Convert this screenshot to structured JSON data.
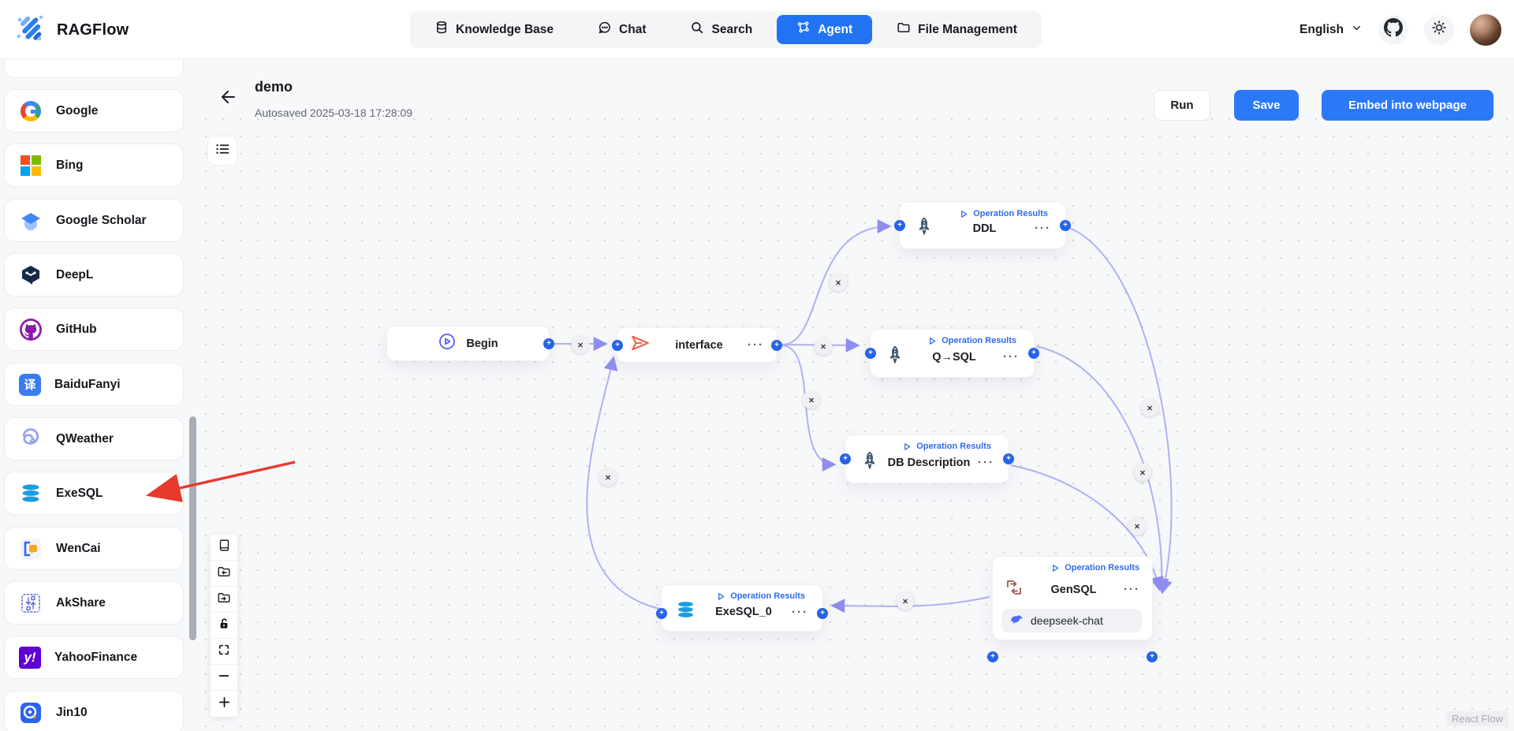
{
  "navbar": {
    "brand": "RAGFlow",
    "tabs": [
      {
        "label": "Knowledge Base",
        "icon": "knowledge-base-icon",
        "active": false
      },
      {
        "label": "Chat",
        "icon": "chat-icon",
        "active": false
      },
      {
        "label": "Search",
        "icon": "search-icon",
        "active": false
      },
      {
        "label": "Agent",
        "icon": "agent-icon",
        "active": true
      },
      {
        "label": "File Management",
        "icon": "file-management-icon",
        "active": false
      }
    ],
    "language": "English"
  },
  "header": {
    "title": "demo",
    "autosaved": "Autosaved 2025-03-18 17:28:09",
    "run_label": "Run",
    "save_label": "Save",
    "embed_label": "Embed into webpage"
  },
  "sidebar": {
    "items": [
      {
        "label": "Google"
      },
      {
        "label": "Bing"
      },
      {
        "label": "Google Scholar"
      },
      {
        "label": "DeepL"
      },
      {
        "label": "GitHub"
      },
      {
        "label": "BaiduFanyi"
      },
      {
        "label": "QWeather"
      },
      {
        "label": "ExeSQL"
      },
      {
        "label": "WenCai"
      },
      {
        "label": "AkShare"
      },
      {
        "label": "YahooFinance"
      },
      {
        "label": "Jin10"
      }
    ]
  },
  "canvas": {
    "op_badge": "Operation Results",
    "ellipsis": "···",
    "edge_close": "×",
    "plus": "+",
    "nodes": {
      "begin": {
        "label": "Begin"
      },
      "interface": {
        "label": "interface"
      },
      "ddl": {
        "label": "DDL"
      },
      "qsql": {
        "label": "Q→SQL"
      },
      "dbdesc": {
        "label": "DB Description"
      },
      "gensql": {
        "label": "GenSQL",
        "model": "deepseek-chat"
      },
      "exesql0": {
        "label": "ExeSQL_0"
      }
    },
    "watermark": "React Flow"
  },
  "colors": {
    "accent_blue": "#2173f4",
    "button_blue": "#2b79f7",
    "edge_purple": "#b0aff5",
    "arrow_purple": "#8f8ef0",
    "handle_blue": "#2563eb",
    "rocket_slate": "#3d556e",
    "plane_coral": "#f26449",
    "template_maroon": "#9c5b50",
    "db_blue": "#1b9ce0",
    "deepseek_blue": "#4d6bfe",
    "annotation_red": "#e8392e"
  }
}
